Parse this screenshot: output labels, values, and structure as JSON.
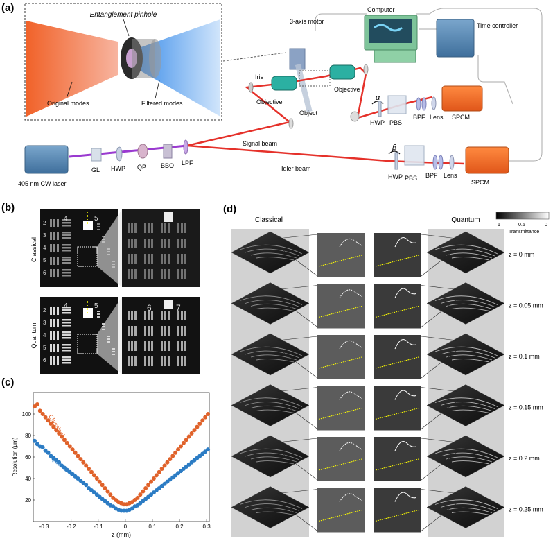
{
  "panels": {
    "a": "(a)",
    "b": "(b)",
    "c": "(c)",
    "d": "(d)"
  },
  "setup": {
    "inset_title": "Entanglement pinhole",
    "original_modes": "Original modes",
    "filtered_modes": "Filtered modes",
    "motor": "3-axis motor",
    "computer": "Computer",
    "time_controller": "Time controller",
    "iris": "Iris",
    "objective1": "Objective",
    "objective2": "Objective",
    "object": "Object",
    "alpha": "α",
    "beta": "β",
    "hwp_top": "HWP",
    "pbs_top": "PBS",
    "bpf_top": "BPF",
    "lens_top": "Lens",
    "spcm_top": "SPCM",
    "signal_beam": "Signal beam",
    "idler_beam": "Idler beam",
    "laser": "405 nm CW laser",
    "gl": "GL",
    "hwp_pump": "HWP",
    "qp": "QP",
    "bbo": "BBO",
    "lpf": "LPF",
    "hwp_bot": "HWP",
    "pbs_bot": "PBS",
    "bpf_bot": "BPF",
    "lens_bot": "Lens",
    "spcm_bot": "SPCM"
  },
  "target": {
    "classical": "Classical",
    "quantum": "Quantum",
    "group4": "4",
    "group5": "5",
    "zoom6": "6",
    "zoom7": "7",
    "rows": [
      "2",
      "3",
      "4",
      "5",
      "6"
    ]
  },
  "panel_d": {
    "classical": "Classical",
    "quantum": "Quantum",
    "colorbar_label": "Transmittance",
    "colorbar_ticks": [
      "1",
      "0.5",
      "0"
    ],
    "z_labels": [
      "z = 0 mm",
      "z = 0.05 mm",
      "z = 0.1 mm",
      "z = 0.15 mm",
      "z = 0.2 mm",
      "z = 0.25 mm"
    ]
  },
  "chart_data": {
    "type": "scatter",
    "xlabel": "z (mm)",
    "ylabel": "Resolution (μm)",
    "xlim": [
      -0.34,
      0.31
    ],
    "ylim": [
      0,
      120
    ],
    "xticks": [
      "-0.3",
      "-0.2",
      "-0.1",
      "0",
      "0.1",
      "0.2",
      "0.3"
    ],
    "yticks": [
      "20",
      "40",
      "60",
      "80",
      "100"
    ],
    "colors": {
      "classical": "#e0622a",
      "quantum": "#2c7cc4"
    },
    "series": [
      {
        "name": "Classical",
        "x": [
          -0.335,
          -0.325,
          -0.315,
          -0.305,
          -0.295,
          -0.285,
          -0.275,
          -0.265,
          -0.255,
          -0.245,
          -0.235,
          -0.225,
          -0.215,
          -0.205,
          -0.195,
          -0.185,
          -0.175,
          -0.165,
          -0.155,
          -0.145,
          -0.135,
          -0.125,
          -0.115,
          -0.105,
          -0.095,
          -0.085,
          -0.075,
          -0.065,
          -0.055,
          -0.045,
          -0.035,
          -0.025,
          -0.015,
          -0.005,
          0.005,
          0.015,
          0.025,
          0.035,
          0.045,
          0.055,
          0.065,
          0.075,
          0.085,
          0.095,
          0.105,
          0.115,
          0.125,
          0.135,
          0.145,
          0.155,
          0.165,
          0.175,
          0.185,
          0.195,
          0.205,
          0.215,
          0.225,
          0.235,
          0.245,
          0.255,
          0.265,
          0.275,
          0.285,
          0.295,
          0.305
        ],
        "y": [
          107,
          109,
          103,
          100,
          97,
          94,
          91,
          88,
          85,
          82,
          79,
          76,
          73,
          70,
          67,
          64,
          61,
          58,
          55,
          52,
          49,
          46,
          43,
          40,
          37,
          34,
          31,
          28,
          25,
          22,
          20,
          18,
          17,
          16,
          16,
          17,
          18,
          20,
          22,
          25,
          28,
          31,
          34,
          37,
          40,
          43,
          46,
          49,
          52,
          55,
          58,
          61,
          64,
          67,
          70,
          73,
          76,
          79,
          82,
          85,
          88,
          91,
          94,
          97,
          100
        ]
      },
      {
        "name": "Quantum",
        "x": [
          -0.335,
          -0.325,
          -0.315,
          -0.305,
          -0.295,
          -0.285,
          -0.275,
          -0.265,
          -0.255,
          -0.245,
          -0.235,
          -0.225,
          -0.215,
          -0.205,
          -0.195,
          -0.185,
          -0.175,
          -0.165,
          -0.155,
          -0.145,
          -0.135,
          -0.125,
          -0.115,
          -0.105,
          -0.095,
          -0.085,
          -0.075,
          -0.065,
          -0.055,
          -0.045,
          -0.035,
          -0.025,
          -0.015,
          -0.005,
          0.005,
          0.015,
          0.025,
          0.035,
          0.045,
          0.055,
          0.065,
          0.075,
          0.085,
          0.095,
          0.105,
          0.115,
          0.125,
          0.135,
          0.145,
          0.155,
          0.165,
          0.175,
          0.185,
          0.195,
          0.205,
          0.215,
          0.225,
          0.235,
          0.245,
          0.255,
          0.265,
          0.275,
          0.285,
          0.295,
          0.305
        ],
        "y": [
          75,
          72,
          70,
          69,
          66,
          64,
          61,
          59,
          57,
          55,
          52,
          50,
          48,
          46,
          44,
          42,
          40,
          38,
          36,
          34,
          31,
          29,
          27,
          25,
          23,
          21,
          19,
          17,
          15,
          14,
          12,
          11,
          10,
          10,
          10,
          11,
          12,
          14,
          15,
          17,
          19,
          21,
          23,
          25,
          27,
          29,
          31,
          33,
          35,
          37,
          39,
          41,
          43,
          45,
          47,
          49,
          51,
          53,
          55,
          57,
          59,
          61,
          63,
          65,
          67
        ]
      }
    ]
  }
}
